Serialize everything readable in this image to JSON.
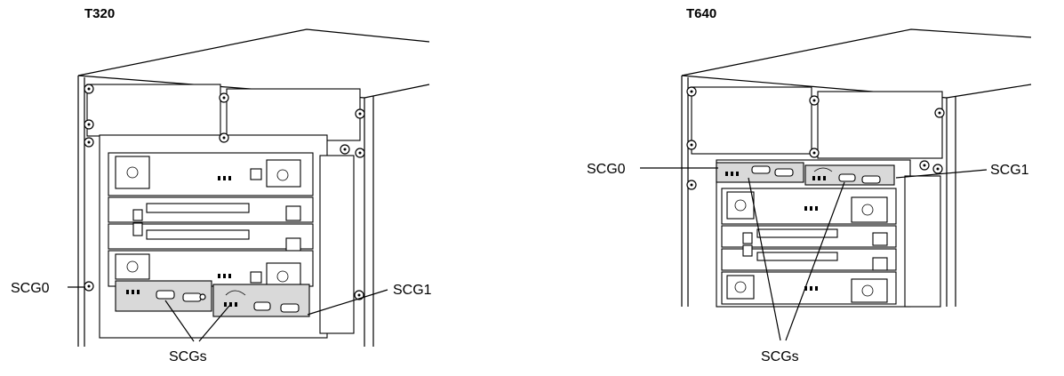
{
  "figure": {
    "left_router": {
      "title": "T320",
      "labels": {
        "scg0": "SCG0",
        "scg1": "SCG1",
        "scgs": "SCGs"
      }
    },
    "right_router": {
      "title": "T640",
      "labels": {
        "scg0": "SCG0",
        "scg1": "SCG1",
        "scgs": "SCGs"
      }
    }
  }
}
